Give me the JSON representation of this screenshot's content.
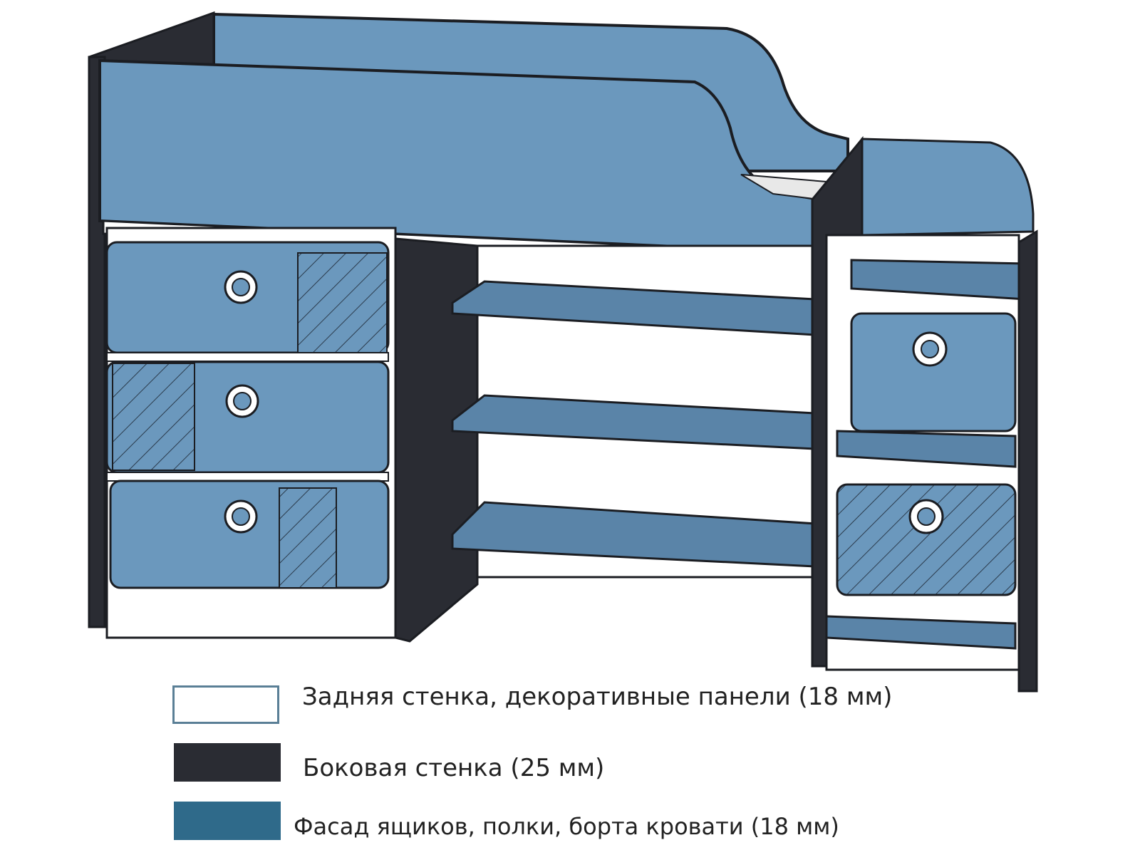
{
  "colors": {
    "white_panel": "#ffffff",
    "dark_panel": "#2a2c33",
    "blue_front": "#6b98bd",
    "blue_shelf": "#5a84a8",
    "legend_blue": "#2f6a8a",
    "legend_white_border": "#5a7f96",
    "outline": "#1b1d22",
    "hatch": "#2b3b4c"
  },
  "icons": {
    "handle": "ring-handle-icon"
  },
  "legend": [
    {
      "key": "white",
      "label": "Задняя стенка, декоративные панели (18 мм)"
    },
    {
      "key": "dark",
      "label": "Боковая стенка (25 мм)"
    },
    {
      "key": "blue",
      "label": "Фасад ящиков, полки, борта кровати (18 мм)"
    }
  ]
}
